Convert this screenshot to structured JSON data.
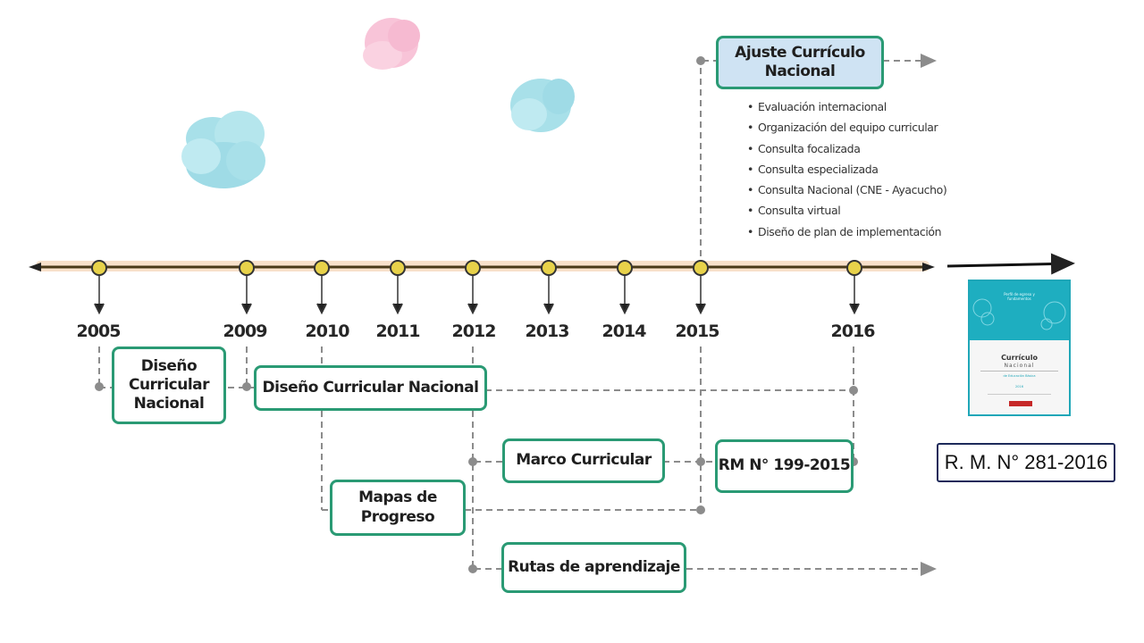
{
  "years": [
    "2005",
    "2009",
    "2010",
    "2011",
    "2012",
    "2013",
    "2014",
    "2015",
    "2016"
  ],
  "boxes": {
    "diseno_curricular_nacional_2005": "Diseño\nCurricular\nNacional",
    "diseno_curricular_nacional_2009": "Diseño  Curricular Nacional",
    "marco_curricular": "Marco Curricular",
    "mapas_de_progreso": "Mapas de\nProgreso",
    "rutas_de_aprendizaje": "Rutas de aprendizaje",
    "rm_199_2015": "RM N° 199-2015",
    "ajuste_curriculo_nacional": "Ajuste Currículo\nNacional"
  },
  "ajuste_items": [
    "Evaluación internacional",
    "Organización del equipo curricular",
    "Consulta focalizada",
    "Consulta especializada",
    "Consulta Nacional (CNE - Ayacucho)",
    "Consulta virtual",
    "Diseño de plan de implementación"
  ],
  "resolution_label": "R. M. N° 281-2016",
  "document": {
    "header_text": "Perfil de egreso y\nfundamentos",
    "title": "Currículo",
    "subtitle": "Nacional",
    "small_text": "de Educación Básica",
    "year_text": "2016"
  },
  "colors": {
    "box_border": "#2a9a74",
    "timeline": "#4a3a1a",
    "timeline_glow": "#f2c8a0",
    "node_fill": "#e8d24a",
    "connector": "#8c8c8c",
    "cloud_blue": "#9adbe6",
    "cloud_pink": "#f7b6cf",
    "ajuste_fill": "#cfe3f3"
  }
}
